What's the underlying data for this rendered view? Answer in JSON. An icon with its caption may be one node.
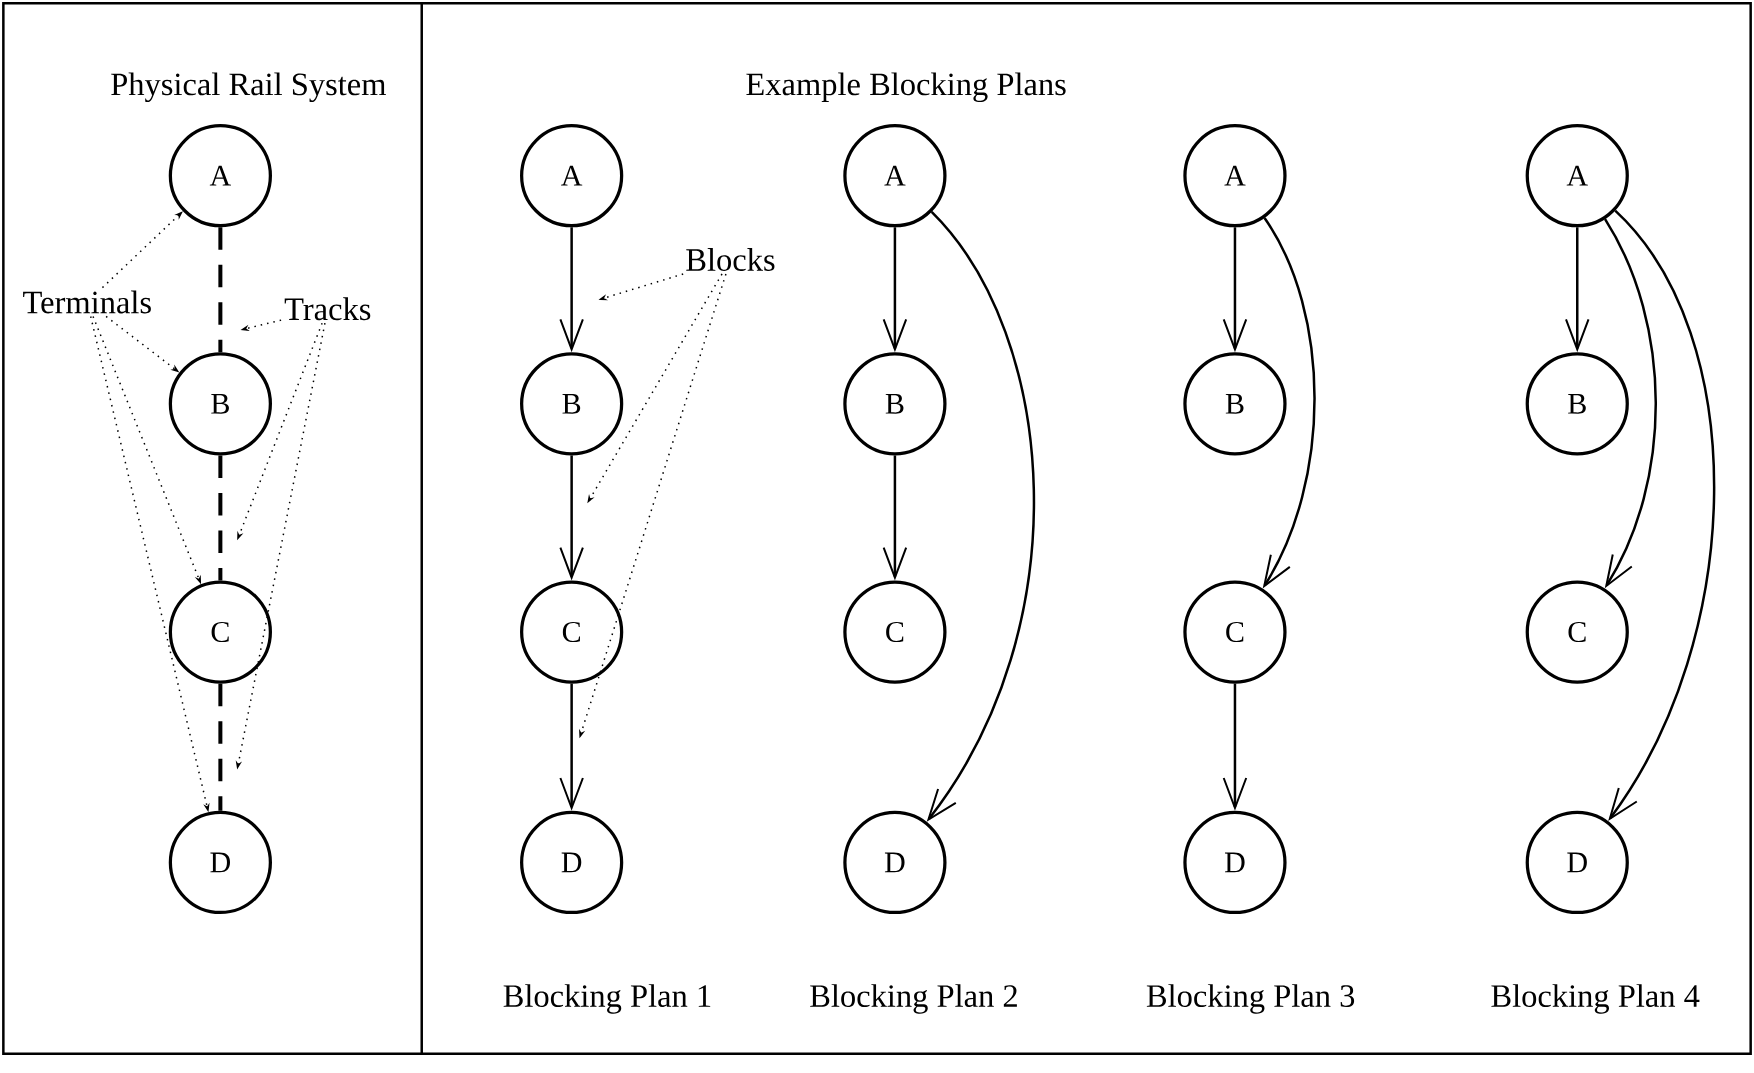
{
  "diagram": {
    "nodes": [
      {
        "text": [
          "A"
        ]
      },
      {
        "text": [
          "B"
        ]
      },
      {
        "text": [
          "C"
        ]
      },
      {
        "text": [
          "D"
        ]
      },
      {
        "text": [
          "Terminals"
        ]
      },
      {
        "text": [
          "Tracks"
        ]
      },
      {
        "text": [
          "A"
        ]
      },
      {
        "text": [
          "B"
        ]
      },
      {
        "text": [
          "C"
        ]
      },
      {
        "text": [
          "D"
        ]
      },
      {
        "text": [
          "Blocks"
        ]
      },
      {
        "text": [
          "A"
        ]
      },
      {
        "text": [
          "B"
        ]
      },
      {
        "text": [
          "C"
        ]
      },
      {
        "text": [
          "D"
        ]
      },
      {
        "text": [
          "A"
        ]
      },
      {
        "text": [
          "B"
        ]
      },
      {
        "text": [
          "C"
        ]
      },
      {
        "text": [
          "D"
        ]
      },
      {
        "text": [
          "A"
        ]
      },
      {
        "text": [
          "B"
        ]
      },
      {
        "text": [
          "C"
        ]
      },
      {
        "text": [
          "D"
        ]
      }
    ],
    "edges": [
      {
        "from": 0,
        "to": 1,
        "arrow": "none",
        "style": "dashed"
      },
      {
        "from": 1,
        "to": 2,
        "arrow": "none",
        "style": "dashed"
      },
      {
        "from": 2,
        "to": 3,
        "arrow": "none",
        "style": "dashed"
      },
      {
        "from": 4,
        "to": 0,
        "arrow": "to",
        "style": "dashed"
      },
      {
        "from": 4,
        "to": 1,
        "arrow": "to",
        "style": "dashed"
      },
      {
        "from": 4,
        "to": 2,
        "arrow": "to",
        "style": "dashed"
      },
      {
        "from": 4,
        "to": 3,
        "arrow": "to",
        "style": "dashed"
      },
      {
        "from": 5,
        "to": null,
        "arrow": "to",
        "style": "dashed"
      },
      {
        "from": 5,
        "to": null,
        "arrow": "to",
        "style": "dashed"
      },
      {
        "from": 5,
        "to": null,
        "arrow": "to",
        "style": "dashed"
      },
      {
        "from": 6,
        "to": 7,
        "arrow": "to"
      },
      {
        "from": 7,
        "to": 8,
        "arrow": "to"
      },
      {
        "from": 8,
        "to": 9,
        "arrow": "to"
      },
      {
        "from": 10,
        "to": null,
        "arrow": "to",
        "style": "dashed"
      },
      {
        "from": 10,
        "to": null,
        "arrow": "to",
        "style": "dashed"
      },
      {
        "from": 10,
        "to": null,
        "arrow": "to",
        "style": "dashed"
      },
      {
        "from": 11,
        "to": 12,
        "arrow": "to"
      },
      {
        "from": 12,
        "to": 13,
        "arrow": "to"
      },
      {
        "from": 11,
        "to": 14,
        "arrow": "to"
      },
      {
        "from": 15,
        "to": 16,
        "arrow": "to"
      },
      {
        "from": 15,
        "to": 17,
        "arrow": "to"
      },
      {
        "from": 17,
        "to": 18,
        "arrow": "to"
      },
      {
        "from": 19,
        "to": 20,
        "arrow": "to"
      },
      {
        "from": 19,
        "to": 21,
        "arrow": "to"
      },
      {
        "from": 19,
        "to": 22,
        "arrow": "to"
      }
    ],
    "labels": [
      "Physical Rail System",
      "Example Blocking Plans",
      "Blocking Plan 1",
      "Blocking Plan 2",
      "Blocking Plan 3",
      "Blocking Plan 4"
    ]
  }
}
